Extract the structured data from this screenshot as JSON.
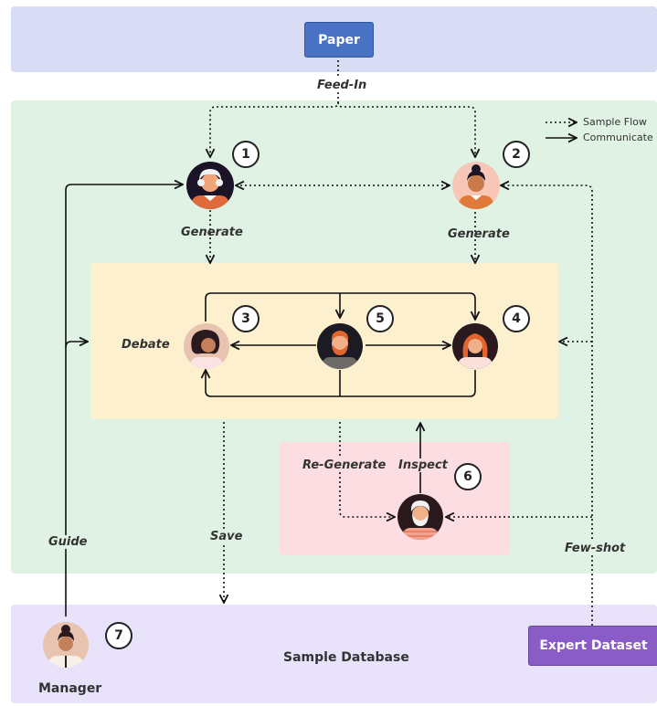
{
  "top": {
    "paper_label": "Paper",
    "feed_in": "Feed-In"
  },
  "legend": {
    "sample_flow": "Sample Flow",
    "communicate": "Communicate"
  },
  "labels": {
    "generate_left": "Generate",
    "generate_right": "Generate",
    "debate": "Debate",
    "re_generate": "Re-Generate",
    "inspect": "Inspect",
    "guide": "Guide",
    "save": "Save",
    "few_shot": "Few-shot"
  },
  "numbers": {
    "n1": "1",
    "n2": "2",
    "n3": "3",
    "n4": "4",
    "n5": "5",
    "n6": "6",
    "n7": "7"
  },
  "bottom": {
    "sample_database": "Sample Database",
    "manager": "Manager",
    "expert_dataset": "Expert Dataset"
  },
  "colors": {
    "top_band": "#d8dcf4",
    "main_area": "#dff2e4",
    "debate_area": "#fdf0cf",
    "inspect_area": "#fbdde2",
    "bottom_band": "#e9e2fb",
    "paper_box": "#4a72c4",
    "expert_box": "#8a5cc8"
  },
  "icons": {
    "agent1": "elderly-woman-avatar-icon",
    "agent2": "woman-avatar-icon",
    "agent3": "curly-hair-woman-avatar-icon",
    "agent4": "red-hair-woman-avatar-icon",
    "agent5": "bearded-man-avatar-icon",
    "agent6": "old-man-avatar-icon",
    "agent7": "manager-avatar-icon"
  }
}
